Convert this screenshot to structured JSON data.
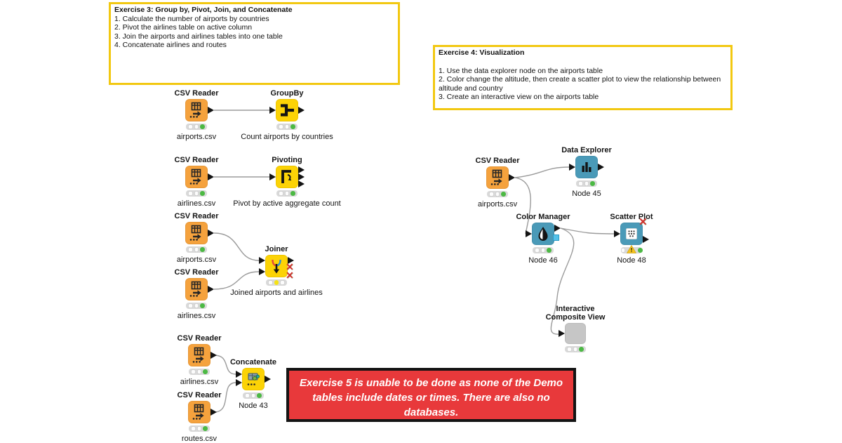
{
  "icons": {
    "x_mark": "✕",
    "warning_exclamation": "!"
  },
  "annotations": {
    "exercise3": {
      "title": "Exercise 3: Group by, Pivot, Join, and Concatenate",
      "items": [
        "1. Calculate the number of airports by countries",
        "2. Pivot the airlines table on active column",
        "3. Join the airports and airlines tables into one table",
        "4. Concatenate airlines and routes"
      ]
    },
    "exercise4": {
      "title": "Exercise 4: Visualization",
      "items": [
        "1. Use the data explorer node on the airports table",
        "2. Color change the altitude, then create a scatter plot to view the relationship between altitude and country",
        "3. Create an interactive view on the airports table"
      ]
    },
    "exercise5": {
      "text": "Exercise 5 is unable to be done as none of the Demo tables include dates or times. There are also no databases."
    }
  },
  "nodes": {
    "csv_airports_1": {
      "title": "CSV Reader",
      "label": "airports.csv",
      "status": "executed-green"
    },
    "groupby": {
      "title": "GroupBy",
      "label": "Count airports by countries",
      "status": "executed-green"
    },
    "csv_airlines_1": {
      "title": "CSV Reader",
      "label": "airlines.csv",
      "status": "executed-green"
    },
    "pivoting": {
      "title": "Pivoting",
      "label": "Pivot by active aggregate count",
      "status": "executed-green"
    },
    "csv_airports_2": {
      "title": "CSV Reader",
      "label": "airports.csv",
      "status": "executed-green"
    },
    "joiner": {
      "title": "Joiner",
      "label": "Joined airports and airlines",
      "status": "configured-yellow"
    },
    "csv_airlines_2": {
      "title": "CSV Reader",
      "label": "airlines.csv",
      "status": "executed-green"
    },
    "csv_airlines_3": {
      "title": "CSV Reader",
      "label": "airlines.csv",
      "status": "executed-green"
    },
    "concatenate": {
      "title": "Concatenate",
      "label": "Node 43",
      "status": "executed-green"
    },
    "csv_routes": {
      "title": "CSV Reader",
      "label": "routes.csv",
      "status": "executed-green"
    },
    "csv_airports_3": {
      "title": "CSV Reader",
      "label": "airports.csv",
      "status": "executed-green"
    },
    "data_explorer": {
      "title": "Data Explorer",
      "label": "Node 45",
      "status": "executed-green"
    },
    "color_manager": {
      "title": "Color Manager",
      "label": "Node 46",
      "status": "executed-green"
    },
    "scatter_plot": {
      "title": "Scatter Plot",
      "label": "Node 48",
      "status": "executed-warning"
    },
    "interactive_view": {
      "title": "Interactive Composite View",
      "label": "",
      "status": "executed-green"
    }
  },
  "colors": {
    "reader_orange": "#f5a23d",
    "manipulator_yellow": "#fcd306",
    "view_blue": "#4a9ab8",
    "component_gray": "#c6c6c6",
    "annotation_border_yellow": "#f2c811",
    "error_box_red": "#e8393b",
    "status_green": "#4cb944",
    "status_yellow": "#f6e214",
    "wire_gray": "#9b9b9b"
  }
}
